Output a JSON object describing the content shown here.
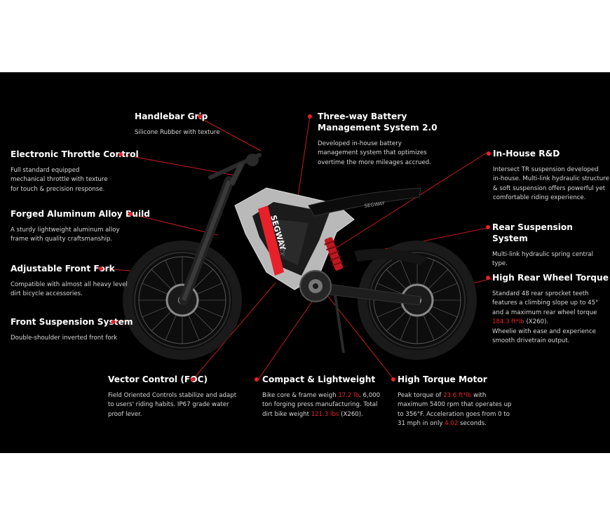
{
  "colors": {
    "background": "#000000",
    "accent": "#e8202a",
    "title": "#ffffff",
    "desc": "#d8d8d8"
  },
  "bike": {
    "brand_text": "SEGWAY",
    "model_text": "X260",
    "seat_text": "SEGWAY"
  },
  "features": {
    "handlebar": {
      "title": "Handlebar Grip",
      "desc": [
        "Silicone Rubber with texture"
      ]
    },
    "throttle": {
      "title": "Electronic Throttle Control",
      "desc": [
        "Full standard equipped",
        "mechanical throttle with texture",
        "for touch & precision response."
      ]
    },
    "frame": {
      "title": "Forged Aluminum Alloy Build",
      "desc": [
        "A sturdy lightweight aluminum alloy",
        "frame with quality craftsmanship."
      ]
    },
    "fork": {
      "title": "Adjustable Front Fork",
      "desc": [
        "Compatible with almost all heavy level",
        "dirt bicycle accessories."
      ]
    },
    "front_suspension": {
      "title": "Front Suspension System",
      "desc": [
        "Double-shoulder inverted front fork"
      ]
    },
    "foc": {
      "title": "Vector Control (FOC)",
      "desc": [
        "Field Oriented Controls stabilize and adapt",
        "to users' riding habits. IP67 grade water",
        "proof lever."
      ]
    },
    "battery": {
      "title": "Three-way Battery\nManagement System 2.0",
      "desc": [
        "Developed in-house battery",
        "management system that optimizes",
        "overtime the more mileages accrued."
      ]
    },
    "rnd": {
      "title": "In-House R&D",
      "desc": [
        "Intersect TR suspension developed",
        "in-house. Multi-link hydraulic structure",
        "& soft suspension offers powerful yet",
        "comfortable riding experience."
      ]
    },
    "rear_suspension": {
      "title": "Rear Suspension System",
      "desc": [
        "Multi-link hydraulic spring central type."
      ]
    },
    "rear_torque": {
      "title": "High Rear Wheel Torque",
      "desc_parts": {
        "l1": "Standard 48 rear sprocket teeth",
        "l2": "features a climbing slope up to 45°",
        "l3": "and a maximum rear wheel torque",
        "l4_value": "184.3 ft*lb",
        "l4_rest": " (X260).",
        "l5": "Wheelie with ease and experience",
        "l6": "smooth drivetrain output."
      }
    },
    "compact": {
      "title": "Compact & Lightweight",
      "desc_parts": {
        "l1_pre": "Bike core & frame weigh ",
        "l1_value": "17.2 lb",
        "l1_post": ". 6,000",
        "l2": "ton forging press manufacturing. Total",
        "l3_pre": "dirt bike weight ",
        "l3_value": "121.3 lbs",
        "l3_post": " (X260)."
      }
    },
    "motor": {
      "title": "High Torque Motor",
      "desc_parts": {
        "l1_pre": "Peak torque of ",
        "l1_value": "23.6 ft*lb",
        "l1_post": " with",
        "l2": "maximum 5400 rpm that operates up",
        "l3": "to 356°F. Acceleration goes from 0 to",
        "l4_pre": "31 mph in only ",
        "l4_value": "4.02",
        "l4_post": " seconds."
      }
    }
  }
}
